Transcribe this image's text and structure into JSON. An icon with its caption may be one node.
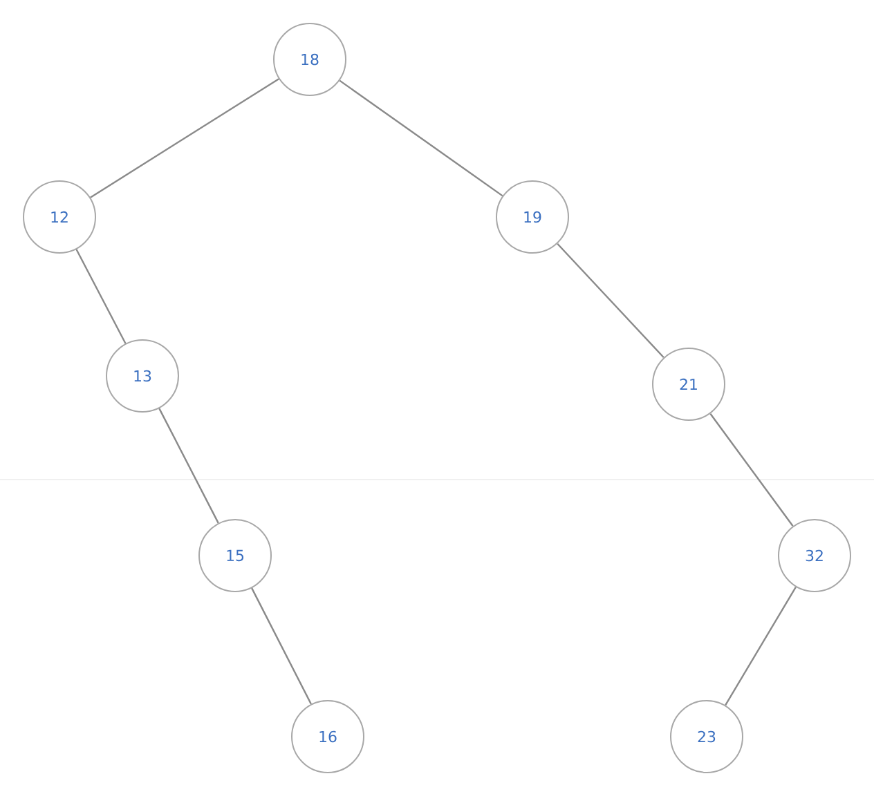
{
  "diagram": {
    "nodes": [
      {
        "text": [
          "18"
        ]
      },
      {
        "text": [
          "12"
        ]
      },
      {
        "text": [
          "19"
        ]
      },
      {
        "text": [
          "13"
        ]
      },
      {
        "text": [
          "21"
        ]
      },
      {
        "text": [
          "15"
        ]
      },
      {
        "text": [
          "32"
        ]
      },
      {
        "text": [
          "16"
        ]
      },
      {
        "text": [
          "23"
        ]
      }
    ],
    "edges": [
      {
        "from": 0,
        "to": 1,
        "arrow": "none"
      },
      {
        "from": 0,
        "to": 2,
        "arrow": "none"
      },
      {
        "from": 1,
        "to": 3,
        "arrow": "none"
      },
      {
        "from": 2,
        "to": 4,
        "arrow": "none"
      },
      {
        "from": 3,
        "to": 5,
        "arrow": "none"
      },
      {
        "from": 4,
        "to": 6,
        "arrow": "none"
      },
      {
        "from": 5,
        "to": 7,
        "arrow": "none"
      },
      {
        "from": 6,
        "to": 8,
        "arrow": "none"
      }
    ]
  }
}
